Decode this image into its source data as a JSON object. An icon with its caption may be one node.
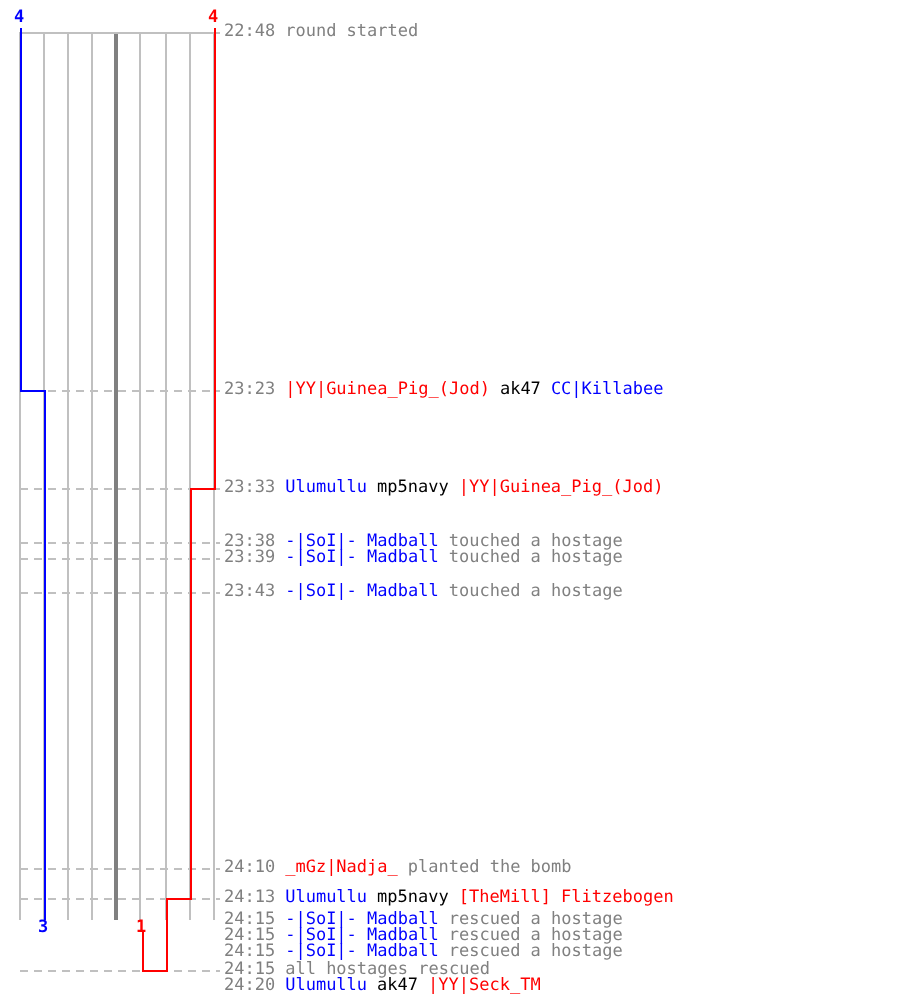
{
  "diagram": {
    "labels": [
      "4",
      "4",
      "22:48",
      "round started",
      "23:23",
      "|YY|Guinea_Pig_(Jod)",
      "ak47",
      "CC|Killabee",
      "23:33",
      "Ulumullu",
      "mp5navy",
      "|YY|Guinea_Pig_(Jod)",
      "23:38",
      "-|SoI|- Madball",
      "touched a hostage",
      "23:39",
      "-|SoI|- Madball",
      "touched a hostage",
      "23:43",
      "-|SoI|- Madball",
      "touched a hostage",
      "24:10",
      "_mGz|Nadja_",
      "planted the bomb",
      "24:13",
      "Ulumullu",
      "mp5navy",
      "[TheMill] Flitzebogen",
      "3",
      "1",
      "24:15",
      "-|SoI|- Madball",
      "rescued a hostage",
      "24:15",
      "-|SoI|- Madball",
      "rescued a hostage",
      "24:15",
      "-|SoI|- Madball",
      "rescued a hostage",
      "24:15",
      "all hostages rescued",
      "24:20",
      "Ulumullu",
      "ak47",
      "|YY|Seck_TM"
    ]
  }
}
